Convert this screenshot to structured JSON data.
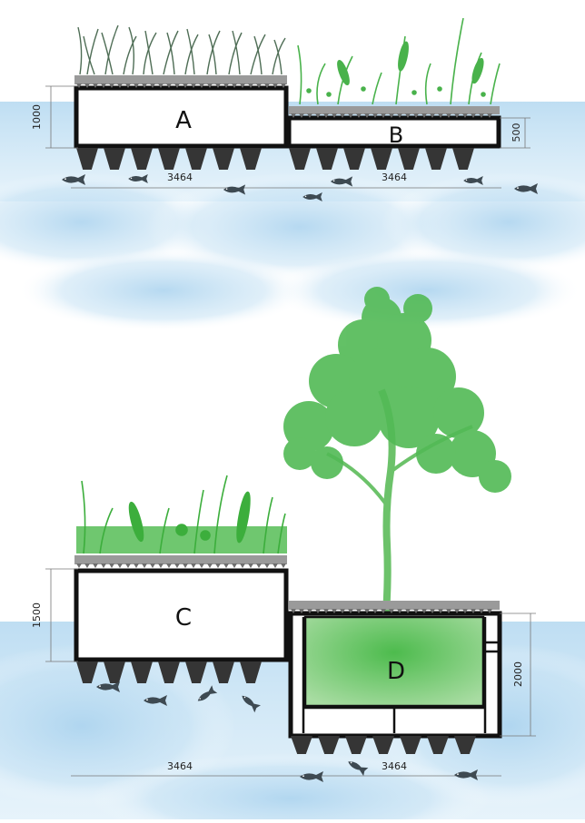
{
  "modules": {
    "a": {
      "label": "A"
    },
    "b": {
      "label": "B"
    },
    "c": {
      "label": "C"
    },
    "d": {
      "label": "D"
    }
  },
  "dimensions": {
    "top_left_width": "3464",
    "top_right_width": "3464",
    "bottom_left_width": "3464",
    "bottom_right_width": "3464",
    "height_a": "1000",
    "height_b": "500",
    "height_c": "1500",
    "height_d": "2000"
  },
  "colors": {
    "water": "#bcdcf0",
    "structure": "#111111",
    "vegetation": "#3cae3c",
    "tree": "#5cc060",
    "fish": "#3e4a52",
    "dimension_line": "#777777"
  },
  "icons": [
    "grass-icon",
    "plant-icon",
    "tree-icon",
    "fish-icon"
  ]
}
